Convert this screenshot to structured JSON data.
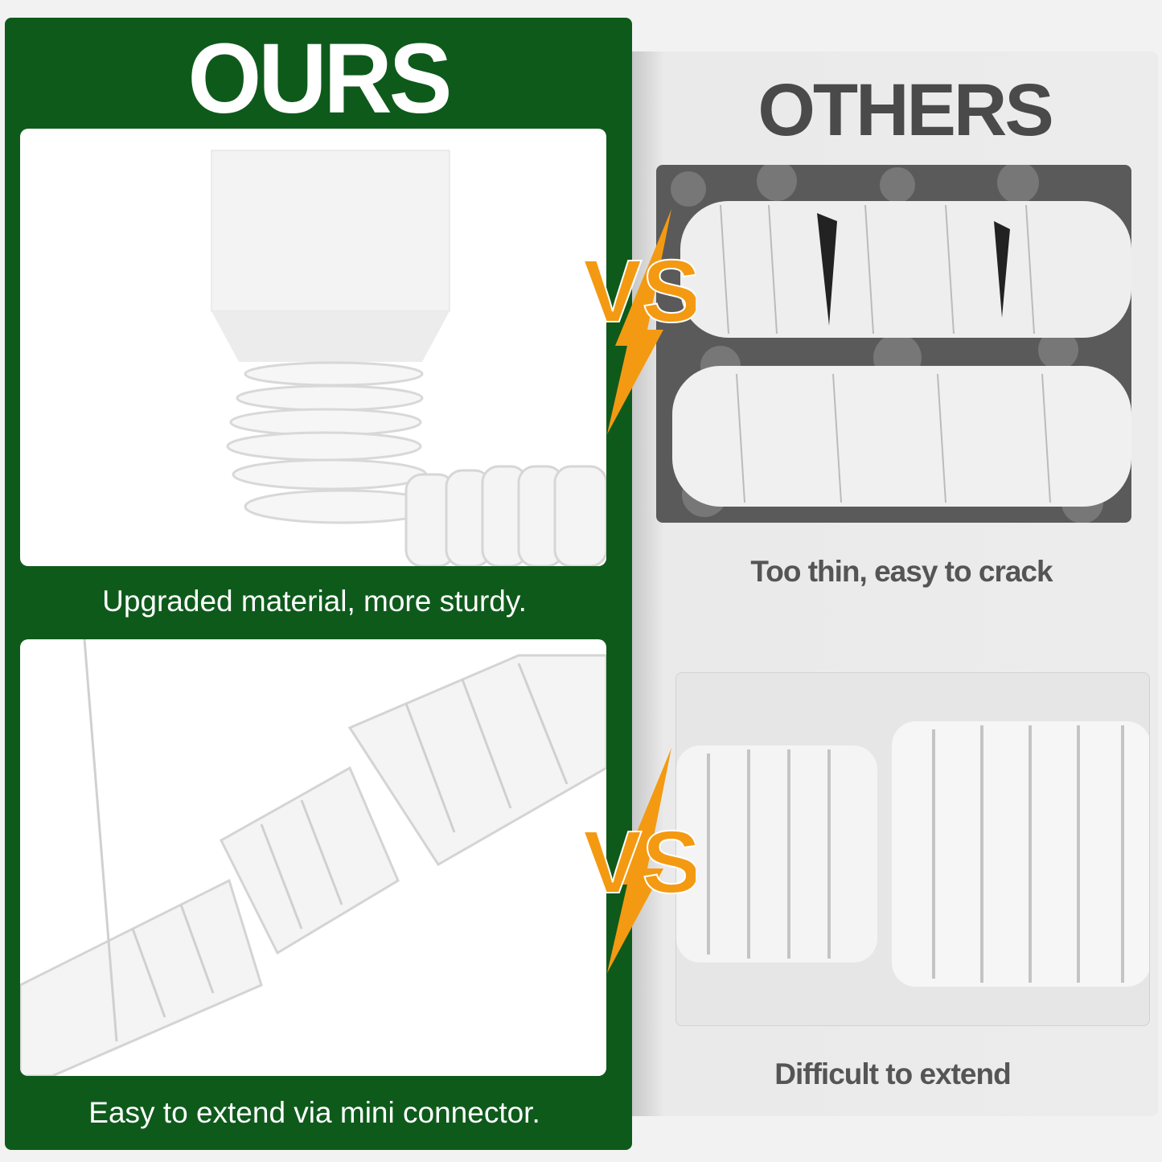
{
  "ours": {
    "title": "OURS",
    "captions": [
      "Upgraded material, more sturdy.",
      "Easy to extend via mini connector."
    ]
  },
  "others": {
    "title": "OTHERS",
    "captions": [
      "Too thin, easy to crack",
      "Difficult to extend"
    ]
  },
  "vs_label": "VS",
  "colors": {
    "brand_green": "#0e5a1b",
    "vs_orange": "#f39a12",
    "others_text": "#4a4a4a"
  }
}
